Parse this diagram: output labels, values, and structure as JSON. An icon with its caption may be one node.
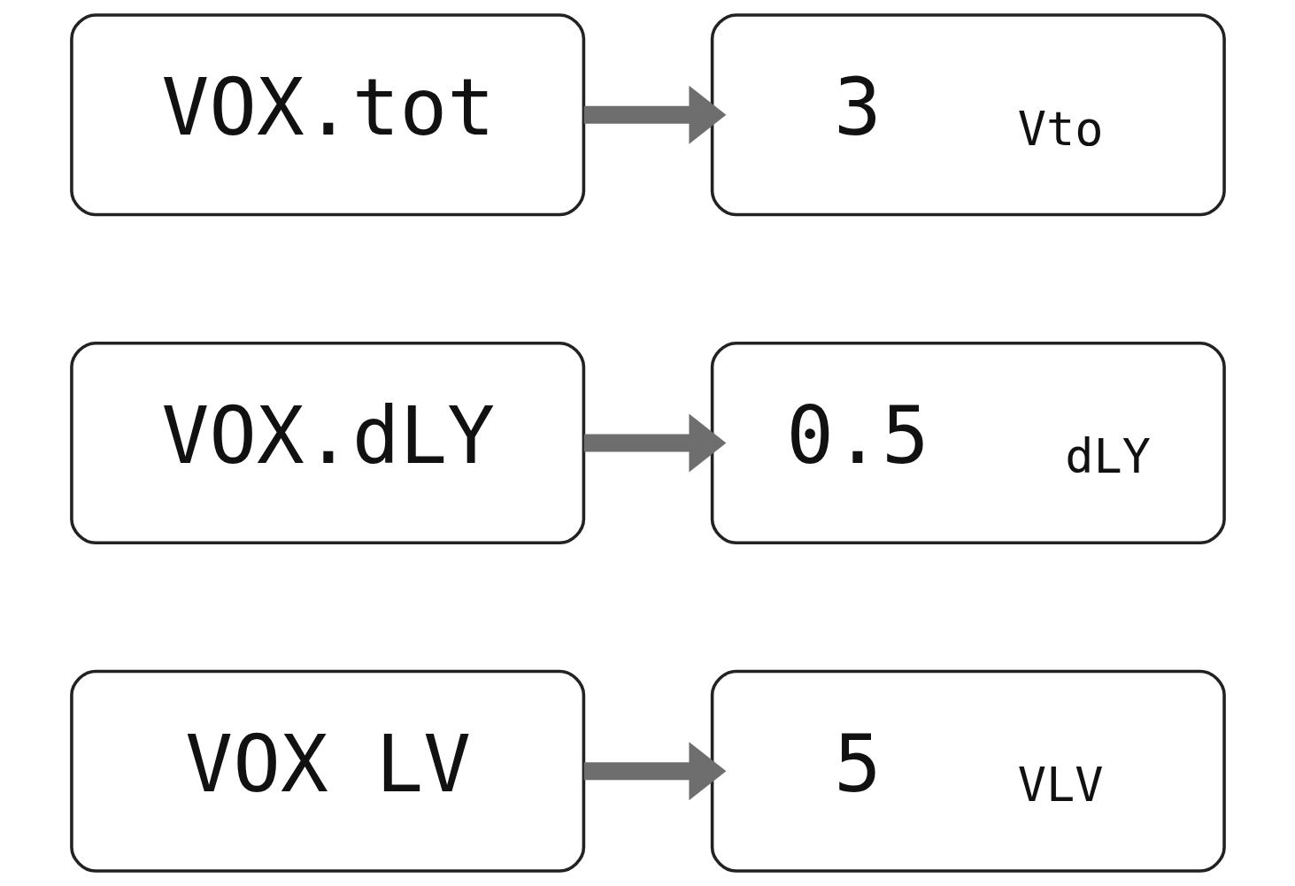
{
  "diagram": {
    "nodes": [
      {
        "text": [
          "VOX LV"
        ]
      },
      {
        "text": [
          "5",
          "VLV"
        ]
      },
      {
        "text": [
          "VOX.dLY"
        ]
      },
      {
        "text": [
          "0.5",
          "dLY"
        ]
      },
      {
        "text": [
          "VOX.tot"
        ]
      },
      {
        "text": [
          "3",
          "Vto"
        ]
      }
    ],
    "edges": [
      {
        "from": 0,
        "to": 1,
        "arrow": "to"
      },
      {
        "from": 2,
        "to": 3,
        "arrow": "to"
      },
      {
        "from": 4,
        "to": 5,
        "arrow": "to"
      }
    ]
  }
}
